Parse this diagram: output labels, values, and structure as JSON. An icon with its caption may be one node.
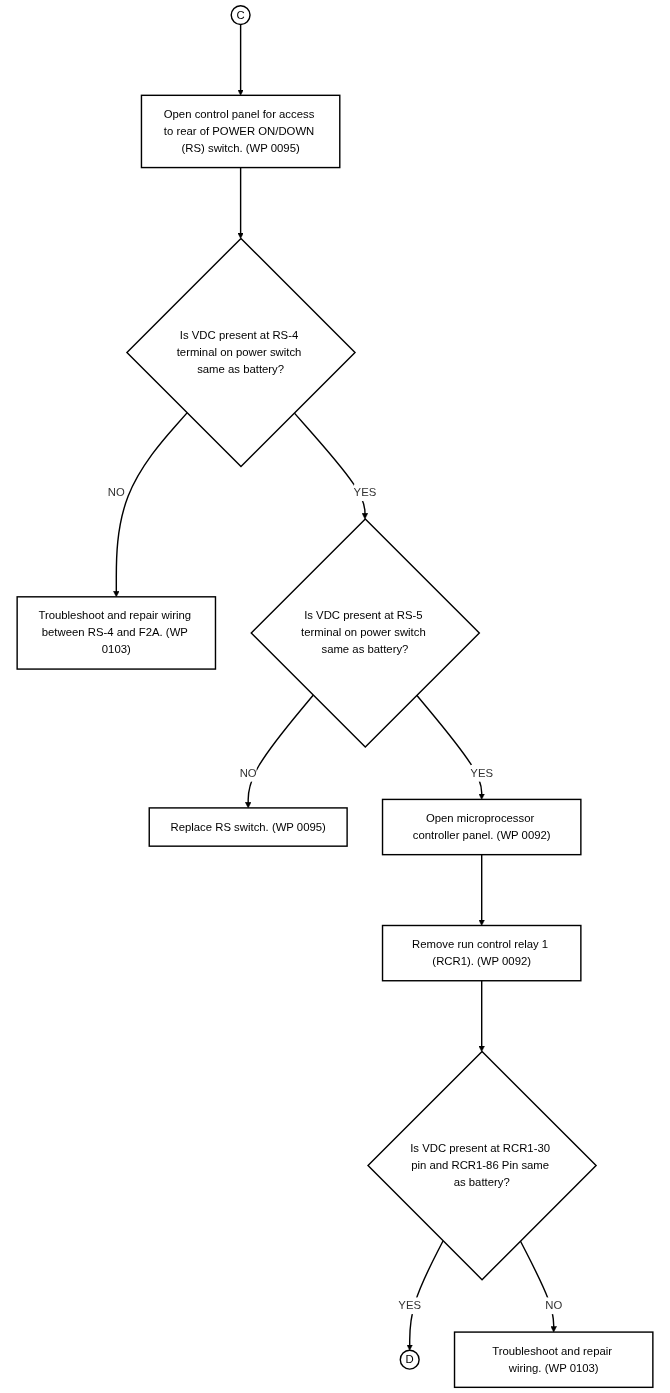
{
  "diagram": {
    "nodes": [
      {
        "text": [
          "C"
        ]
      },
      {
        "text": [
          "Open control panel for access to rear of POWER ON/DOWN (RS) switch. (WP 0095)"
        ]
      },
      {
        "text": [
          "Is VDC present at RS-4 terminal on power switch same as battery?"
        ]
      },
      {
        "text": [
          "Troubleshoot and repair wiring between RS-4 and F2A. (WP 0103)"
        ]
      },
      {
        "text": [
          "Is VDC present at RS-5 terminal on power switch same as battery?"
        ]
      },
      {
        "text": [
          "Replace RS switch. (WP 0095)"
        ]
      },
      {
        "text": [
          "Open microprocessor controller panel. (WP 0092)"
        ]
      },
      {
        "text": [
          "Remove run control relay 1 (RCR1). (WP 0092)"
        ]
      },
      {
        "text": [
          "Is VDC present at RCR1-30 pin and RCR1-86 Pin same as battery?"
        ]
      },
      {
        "text": [
          "D"
        ]
      },
      {
        "text": [
          "Troubleshoot and repair wiring. (WP 0103)"
        ]
      }
    ],
    "edges": [
      {
        "from": 0,
        "to": 1,
        "arrow": "to"
      },
      {
        "from": 1,
        "to": 2,
        "arrow": "to"
      },
      {
        "from": 2,
        "to": 3,
        "label": "NO",
        "arrow": "to"
      },
      {
        "from": 2,
        "to": 4,
        "label": "YES",
        "arrow": "to"
      },
      {
        "from": 4,
        "to": 5,
        "label": "NO",
        "arrow": "to"
      },
      {
        "from": 4,
        "to": 6,
        "label": "YES",
        "arrow": "to"
      },
      {
        "from": 6,
        "to": 7,
        "arrow": "to"
      },
      {
        "from": 7,
        "to": 8,
        "arrow": "to"
      },
      {
        "from": 8,
        "to": 9,
        "label": "YES",
        "arrow": "to"
      },
      {
        "from": 8,
        "to": 10,
        "label": "NO",
        "arrow": "to"
      }
    ]
  }
}
